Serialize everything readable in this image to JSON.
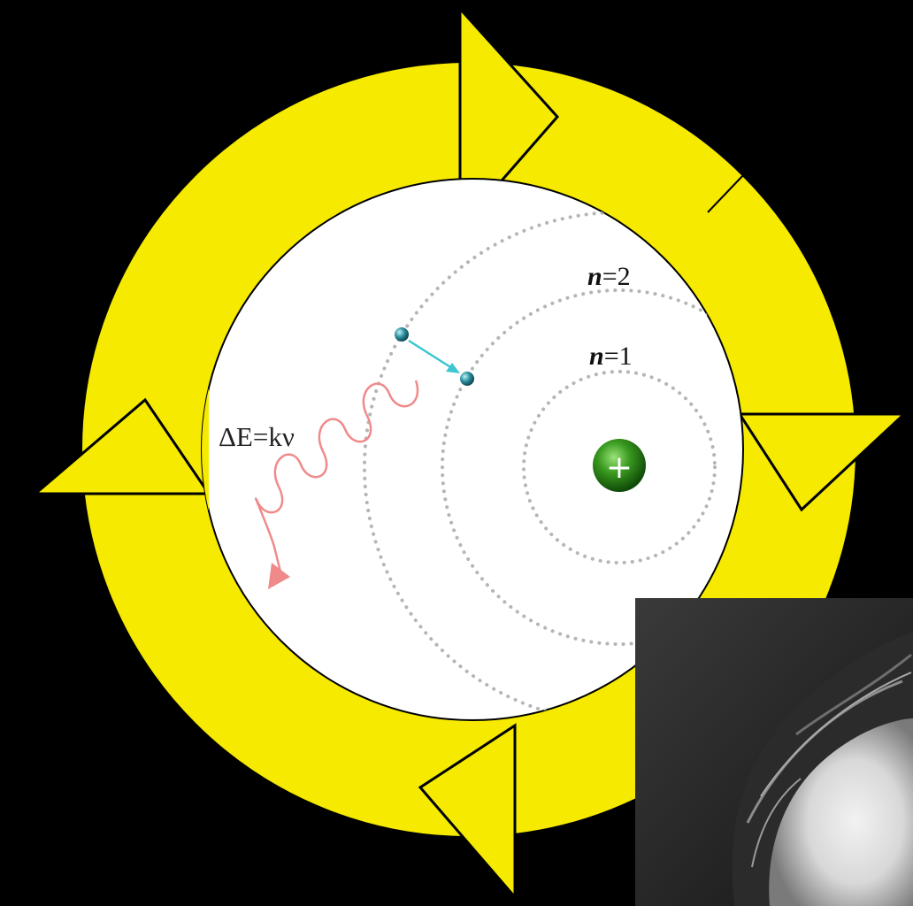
{
  "diagram": {
    "equation": "ΔE=kν",
    "orbits": [
      {
        "label_n": "n",
        "label_eq": "=1"
      },
      {
        "label_n": "n",
        "label_eq": "=2"
      }
    ],
    "nucleus_symbol": "+"
  },
  "colors": {
    "background": "#000000",
    "ring": "#f5ea00",
    "ring_outline": "#000000",
    "atom_background": "#ffffff",
    "orbit_dots": "#b5b5b5",
    "electron": "#2a8a9a",
    "transition_arrow": "#3cc7d0",
    "photon_wave": "#f08a8a",
    "nucleus": "#2e8b1e"
  },
  "icons": {
    "nucleus": "plus-sign-sphere-icon",
    "photo": "portrait-photo"
  }
}
